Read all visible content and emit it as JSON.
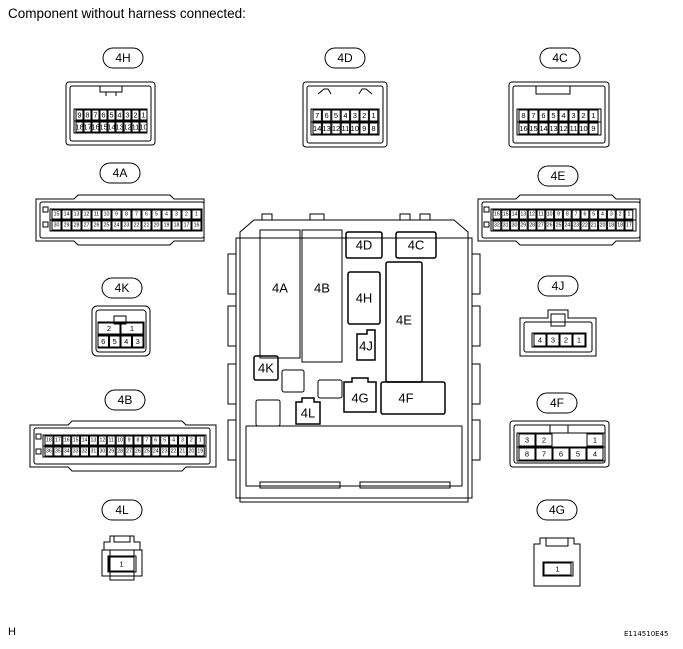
{
  "header": {
    "title": "Component without harness connected:"
  },
  "footer": {
    "left": "H",
    "right": "E114510E45"
  },
  "connectors": {
    "4H": {
      "label": "4H",
      "row1": [
        "9",
        "8",
        "7",
        "6",
        "5",
        "4",
        "3",
        "2",
        "1"
      ],
      "row2": [
        "18",
        "17",
        "16",
        "15",
        "14",
        "13",
        "12",
        "11",
        "10"
      ]
    },
    "4D": {
      "label": "4D",
      "row1": [
        "7",
        "6",
        "5",
        "4",
        "3",
        "2",
        "1"
      ],
      "row2": [
        "14",
        "13",
        "12",
        "11",
        "10",
        "9",
        "8"
      ]
    },
    "4C": {
      "label": "4C",
      "row1": [
        "8",
        "7",
        "6",
        "5",
        "4",
        "3",
        "2",
        "1"
      ],
      "row2": [
        "16",
        "15",
        "14",
        "13",
        "12",
        "11",
        "10",
        "9"
      ]
    },
    "4A": {
      "label": "4A",
      "row1": [
        "15",
        "14",
        "13",
        "12",
        "11",
        "10",
        "9",
        "8",
        "7",
        "6",
        "5",
        "4",
        "3",
        "2",
        "1"
      ],
      "row2": [
        "30",
        "29",
        "28",
        "27",
        "26",
        "25",
        "24",
        "23",
        "22",
        "21",
        "20",
        "19",
        "18",
        "17",
        "16"
      ]
    },
    "4E": {
      "label": "4E",
      "row1": [
        "16",
        "15",
        "14",
        "13",
        "12",
        "11",
        "10",
        "9",
        "8",
        "7",
        "6",
        "5",
        "4",
        "3",
        "2",
        "1"
      ],
      "row2": [
        "32",
        "31",
        "30",
        "29",
        "28",
        "27",
        "26",
        "25",
        "24",
        "23",
        "22",
        "21",
        "20",
        "19",
        "18",
        "17"
      ]
    },
    "4K": {
      "label": "4K",
      "row1": [
        "2",
        "1"
      ],
      "row2": [
        "6",
        "5",
        "4",
        "3"
      ]
    },
    "4J": {
      "label": "4J",
      "row1": [
        "4",
        "3",
        "2",
        "1"
      ]
    },
    "4B": {
      "label": "4B",
      "row1": [
        "18",
        "17",
        "16",
        "15",
        "14",
        "13",
        "12",
        "11",
        "10",
        "9",
        "8",
        "7",
        "6",
        "5",
        "4",
        "3",
        "2",
        "1"
      ],
      "row2": [
        "36",
        "35",
        "34",
        "33",
        "32",
        "31",
        "30",
        "29",
        "28",
        "27",
        "26",
        "25",
        "24",
        "23",
        "22",
        "21",
        "20",
        "19"
      ]
    },
    "4F": {
      "label": "4F",
      "row1": [
        "3",
        "2",
        "1"
      ],
      "row2": [
        "8",
        "7",
        "6",
        "5",
        "4"
      ]
    },
    "4L": {
      "label": "4L",
      "row1": [
        "1"
      ]
    },
    "4G": {
      "label": "4G",
      "row1": [
        "1"
      ]
    }
  },
  "block": {
    "slots": [
      "4A",
      "4B",
      "4D",
      "4C",
      "4H",
      "4E",
      "4J",
      "4K",
      "4L",
      "4G",
      "4F"
    ]
  }
}
